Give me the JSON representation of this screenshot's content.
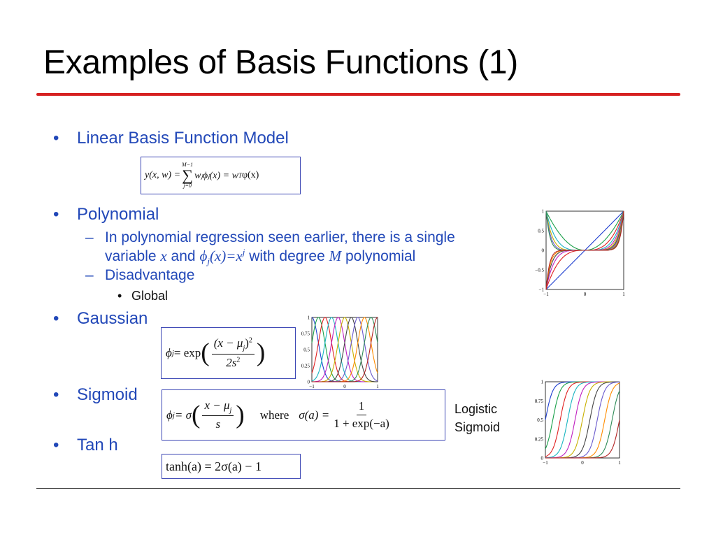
{
  "slide": {
    "title": "Examples of Basis Functions (1)",
    "bullet_symbol": "•",
    "dash_symbol": "–"
  },
  "linear": {
    "heading": "Linear Basis Function Model",
    "formula": {
      "lhs": "y(x, w) = ",
      "sum_upper": "M−1",
      "sum_symbol": "∑",
      "sum_lower": "j=0",
      "rhs": "wⱼϕⱼ(x) = w",
      "sup_T": "T",
      "tail": "φ(x)"
    }
  },
  "polynomial": {
    "heading": "Polynomial",
    "sub1_line1": "In polynomial regression seen earlier, there is a single",
    "sub1_line2_pre": "variable ",
    "sub1_var": "x",
    "sub1_and": " and ",
    "sub1_phi": "ϕ",
    "sub1_j": "j",
    "sub1_eq": "(x)=x",
    "sub1_pow": "j",
    "sub1_line2_post": "  with degree ",
    "sub1_M": "M",
    "sub1_tail": " polynomial",
    "sub2": "Disadvantage",
    "sub3": "Global"
  },
  "gaussian": {
    "heading": "Gaussian",
    "phi": "ϕ",
    "j": "j",
    "eq": " = exp",
    "num": "(x − μ",
    "num_j": "j",
    "num_tail": ")",
    "num_sq": "2",
    "den": "2s",
    "den_sq": "2"
  },
  "sigmoid": {
    "heading": "Sigmoid",
    "phi": "ϕ",
    "j": "j",
    "eq": " = σ",
    "num": "x − μ",
    "num_j": "j",
    "den": "s",
    "where": "where",
    "sigma_a": "σ(a) =",
    "num2": "1",
    "den2": "1 + exp(−a)",
    "label_line1": "Logistic",
    "label_line2": "Sigmoid"
  },
  "tanh": {
    "heading": "Tan h",
    "formula": "tanh(a) = 2σ(a) − 1"
  },
  "colors": {
    "title_rule": "#d62222",
    "bullet_text": "#2248b8",
    "box_border": "#3b46b4"
  },
  "plots": {
    "polynomial": {
      "x_ticks": [
        "−1",
        "0",
        "1"
      ],
      "y_ticks": [
        "1",
        "0.5",
        "0",
        "−0.5",
        "−1"
      ],
      "xlim": [
        -1,
        1
      ],
      "ylim": [
        -1,
        1
      ],
      "degrees": [
        1,
        2,
        3,
        4,
        5,
        6,
        7,
        8,
        9,
        10,
        11
      ]
    },
    "gaussian": {
      "x_ticks": [
        "−1",
        "0",
        "1"
      ],
      "y_ticks": [
        "1",
        "0.75",
        "0.5",
        "0.25",
        "0"
      ],
      "xlim": [
        -1,
        1
      ],
      "ylim": [
        0,
        1
      ],
      "centers": [
        -1,
        -0.8,
        -0.6,
        -0.4,
        -0.2,
        0,
        0.2,
        0.4,
        0.6,
        0.8,
        1
      ],
      "s": 0.2
    },
    "sigmoid": {
      "x_ticks": [
        "−1",
        "0",
        "1"
      ],
      "y_ticks": [
        "1",
        "0.75",
        "0.5",
        "0.25",
        "0"
      ],
      "xlim": [
        -1,
        1
      ],
      "ylim": [
        0,
        1
      ],
      "centers": [
        -1,
        -0.8,
        -0.6,
        -0.4,
        -0.2,
        0,
        0.2,
        0.4,
        0.6,
        0.8,
        1
      ],
      "s": 0.1
    },
    "series_colors": [
      "#1f3fd0",
      "#1aa04a",
      "#e02020",
      "#19b5c0",
      "#c020c0",
      "#c8b000",
      "#444444",
      "#6a5acd",
      "#ff8c00",
      "#2e8b57",
      "#b22222"
    ]
  }
}
